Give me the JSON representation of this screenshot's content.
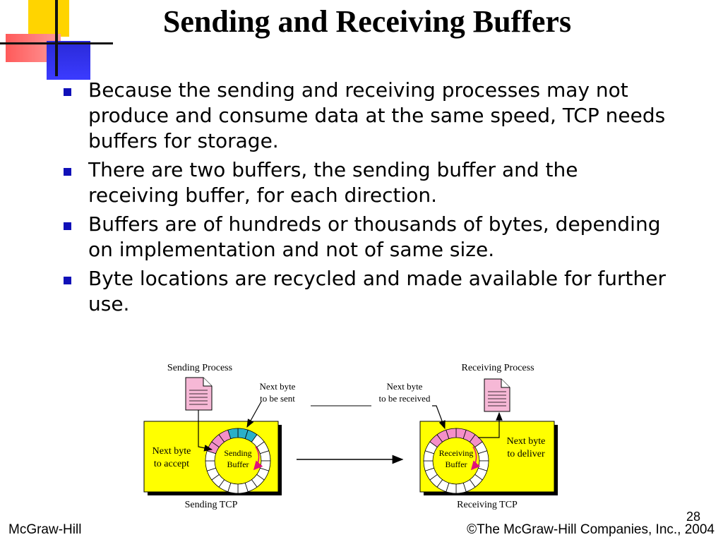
{
  "slide": {
    "title": "Sending and Receiving Buffers",
    "bullets": [
      "Because the sending and receiving processes may not produce and consume data at the same speed, TCP needs buffers for storage.",
      "There are two buffers, the sending buffer and the receiving buffer, for each direction.",
      "Buffers are of hundreds or thousands of bytes, depending on implementation and not of same size.",
      "Byte locations are recycled and made available for further use."
    ]
  },
  "diagram": {
    "sending_process": "Sending Process",
    "receiving_process": "Receiving Process",
    "next_byte_sent_1": "Next byte",
    "next_byte_sent_2": "to be sent",
    "next_byte_received_1": "Next byte",
    "next_byte_received_2": "to be received",
    "next_byte_accept_1": "Next byte",
    "next_byte_accept_2": "to accept",
    "next_byte_deliver_1": "Next byte",
    "next_byte_deliver_2": "to deliver",
    "sending_buffer_1": "Sending",
    "sending_buffer_2": "Buffer",
    "receiving_buffer_1": "Receiving",
    "receiving_buffer_2": "Buffer",
    "sending_tcp": "Sending TCP",
    "receiving_tcp": "Receiving TCP"
  },
  "footer": {
    "left": "McGraw-Hill",
    "right": "©The McGraw-Hill Companies, Inc., 2004",
    "page_number": "28"
  },
  "colors": {
    "yellow": "#ffff00",
    "pink": "#f48fc8",
    "teal": "#2ab0c8",
    "bullet": "#1010b8"
  }
}
